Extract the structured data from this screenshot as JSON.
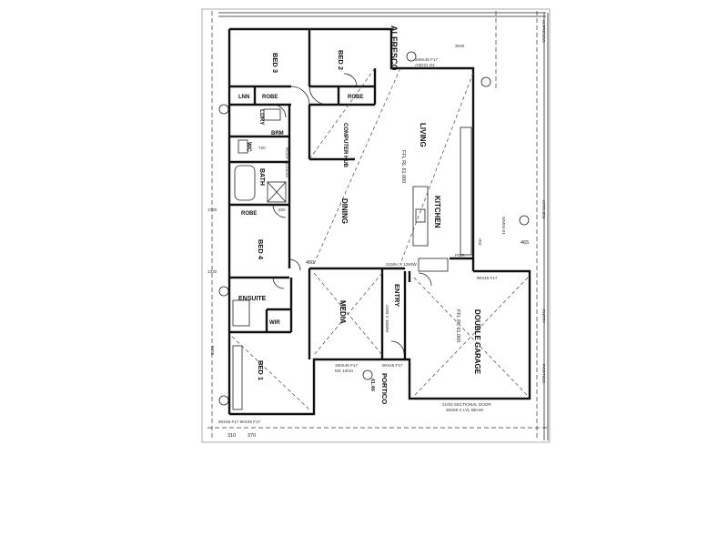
{
  "rooms": {
    "alfresco": "ALFRESCO",
    "bed3": "BED 3",
    "bed2": "BED 2",
    "lnn": "LNN",
    "robe1": "ROBE",
    "robe2": "ROBE",
    "ldry": "LDRY",
    "computer_hub": "COMPUTER HUB",
    "wc": "WC",
    "brm": "BRM",
    "bath": "BATH",
    "living": "LIVING",
    "living_ffl": "FFL RL 61.000",
    "robe3": "ROBE",
    "dining": "DINING",
    "kitchen": "KITCHEN",
    "bed4": "BED 4",
    "ensuite": "ENSUITE",
    "wir": "WIR",
    "media": "MEDIA",
    "entry": "ENTRY",
    "double_garage": "DOUBLE GARAGE",
    "garage_ffl": "FFL RL 61.000",
    "bed1": "BED 1",
    "portico": "PORTICO",
    "portico_rl": "61.46"
  },
  "annotations": {
    "beam_346": "346X45 F17",
    "asd": "ASD21 D4",
    "size_2150": "2150H X 1250W",
    "beam_90x45": "90X45 F17",
    "door_2180": "2180 X 1560W",
    "beam_180": "180X45 F17",
    "mc": "MC 19/10",
    "beam_90b": "90X45 F17",
    "sectional_door": "21/50 SECTIONAL DOOR",
    "lvl_beam": "30X65 X LVL BEAM",
    "beam_left": "90X45 F17 90X45 F17",
    "dim_370": "370",
    "dim_310": "310",
    "dim_465": "465",
    "dim_450": "450",
    "wm": "WM04-01",
    "kitchen_side": "KITCHEN",
    "alfresco_side": "ALFRESCO",
    "portico_side": "PORTICO",
    "entry_side": "ENTRY",
    "dim_3040": "3040",
    "dim_820": "820",
    "dim_720": "720",
    "dim_1730": "1730",
    "dim_5055": "5055",
    "dim_1330": "1330",
    "pwr": "PWR",
    "hw": "HW",
    "robe_note": "ROOF ACCESS"
  }
}
